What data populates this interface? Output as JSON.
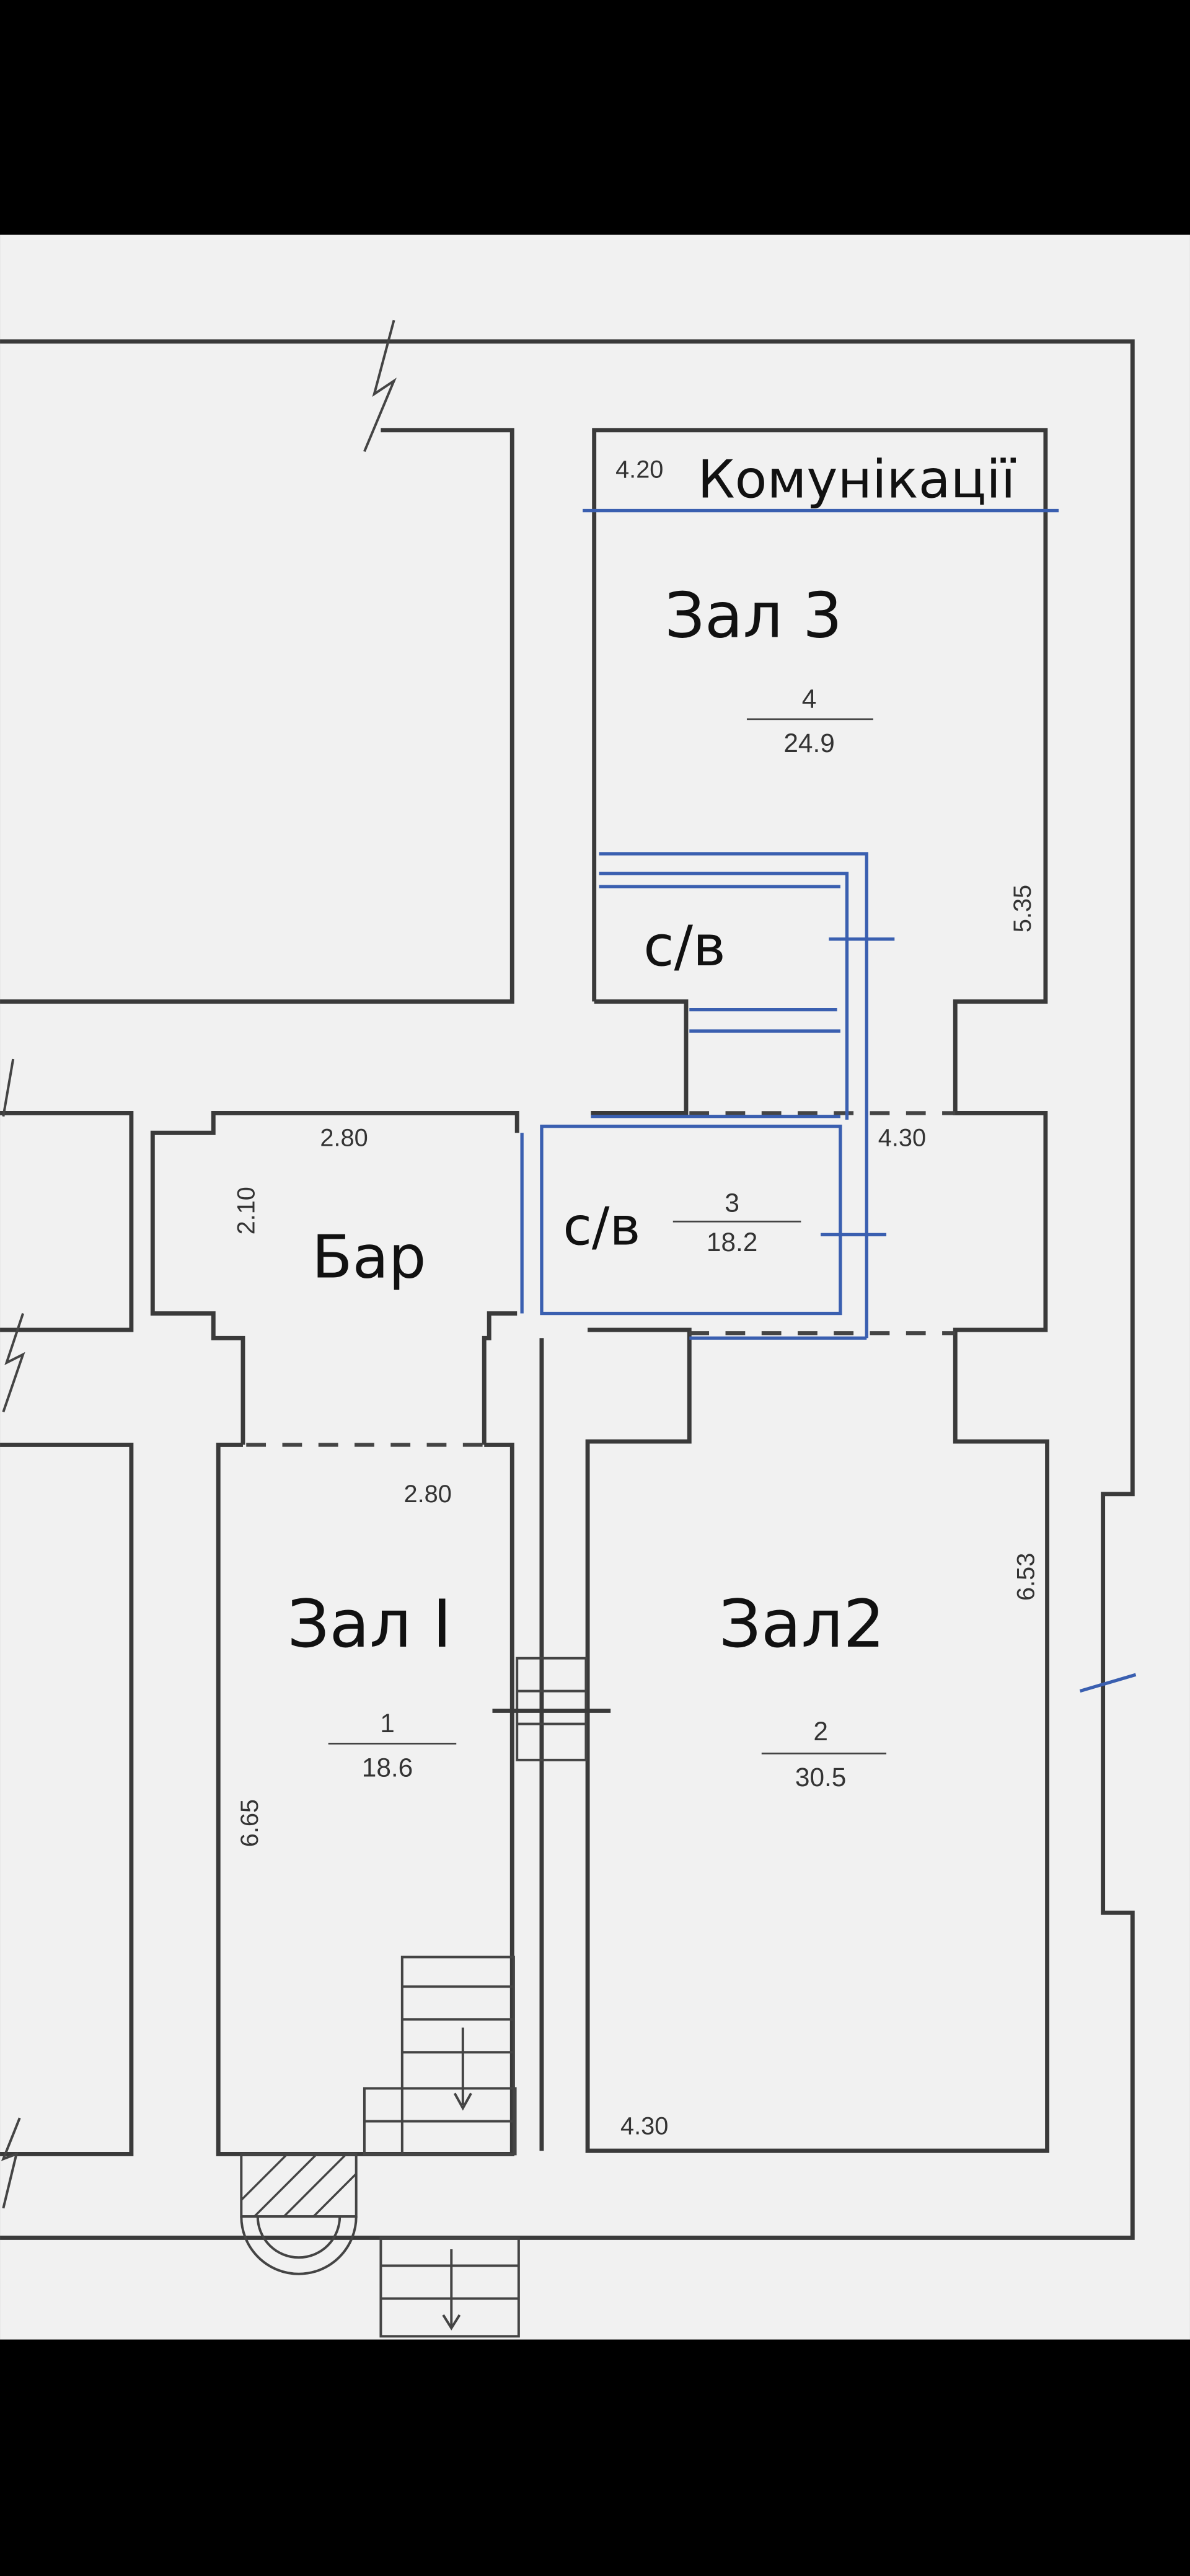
{
  "plan": {
    "labels": {
      "communications": "Комунікації",
      "hall3": "Зал 3",
      "wc_upper": "с/в",
      "wc_lower": "с/в",
      "bar": "Бар",
      "hall1": "Зал I",
      "hall2": "Зал2"
    },
    "rooms": [
      {
        "number": "4",
        "area": "24.9"
      },
      {
        "number": "3",
        "area": "18.2"
      },
      {
        "number": "1",
        "area": "18.6"
      },
      {
        "number": "2",
        "area": "30.5"
      }
    ],
    "dimensions": {
      "hall3_width": "4.20",
      "hall3_length": "5.35",
      "corridor": "4.30",
      "bar_width": "2.80",
      "bar_depth": "2.10",
      "hall1_width": "2.80",
      "hall1_length": "6.65",
      "hall2_length": "6.53",
      "hall2_width": "4.30"
    },
    "colors": {
      "markup": "#3a5fb0",
      "paper": "#f1f1f1",
      "walls": "#3a3a3a"
    }
  }
}
